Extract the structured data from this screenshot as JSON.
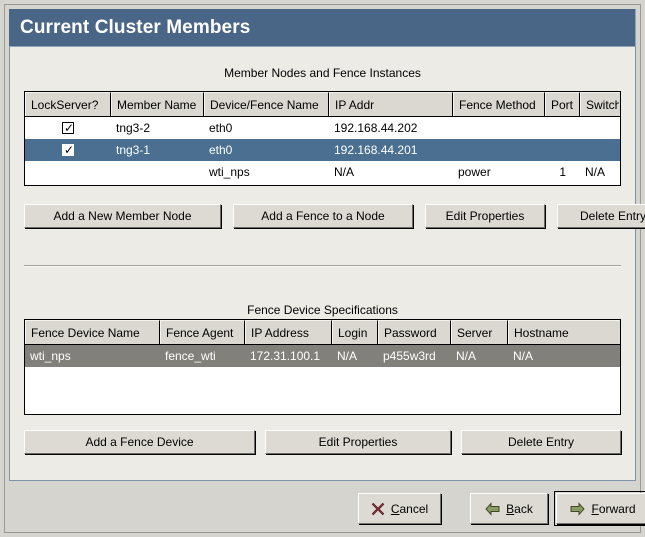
{
  "window": {
    "title": "Current Cluster Members",
    "title_bar_color": "#4a6687",
    "panel_color": "#edebe6"
  },
  "members_section": {
    "label": "Member Nodes and Fence Instances",
    "columns": [
      "LockServer?",
      "Member Name",
      "Device/Fence Name",
      "IP Addr",
      "Fence Method",
      "Port",
      "Switch"
    ],
    "rows": [
      {
        "lockserver": "checked",
        "member_name": "tng3-2",
        "device_fence_name": "eth0",
        "ip_addr": "192.168.44.202",
        "fence_method": "",
        "port": "",
        "switch": "",
        "selected": false
      },
      {
        "lockserver": "checked",
        "member_name": "tng3-1",
        "device_fence_name": "eth0",
        "ip_addr": "192.168.44.201",
        "fence_method": "",
        "port": "",
        "switch": "",
        "selected": true
      },
      {
        "lockserver": "",
        "member_name": "",
        "device_fence_name": "wti_nps",
        "ip_addr": "N/A",
        "fence_method": "power",
        "port": "1",
        "switch": "N/A",
        "selected": false
      }
    ],
    "buttons": [
      "Add a New Member Node",
      "Add a Fence to a Node",
      "Edit Properties",
      "Delete Entry"
    ],
    "selection_color": "#4a6f91"
  },
  "fence_section": {
    "label": "Fence Device Specifications",
    "columns": [
      "Fence Device Name",
      "Fence Agent",
      "IP Address",
      "Login",
      "Password",
      "Server",
      "Hostname"
    ],
    "rows": [
      {
        "fence_device_name": "wti_nps",
        "fence_agent": "fence_wti",
        "ip_address": "172.31.100.1",
        "login": "N/A",
        "password": "p455w3rd",
        "server": "N/A",
        "hostname": "N/A",
        "selected": true
      }
    ],
    "buttons": [
      "Add a Fence Device",
      "Edit Properties",
      "Delete Entry"
    ],
    "selection_color": "#82807a"
  },
  "action_bar": {
    "cancel": {
      "label_pre": "",
      "mnemonic": "C",
      "label_post": "ancel",
      "icon": "cancel-x-icon",
      "icon_color": "#8b2f3a"
    },
    "back": {
      "label_pre": "",
      "mnemonic": "B",
      "label_post": "ack",
      "icon": "arrow-left-icon",
      "icon_color": "#7d8c5a"
    },
    "forward": {
      "label_pre": "",
      "mnemonic": "F",
      "label_post": "orward",
      "icon": "arrow-right-icon",
      "icon_color": "#7d8c5a",
      "focused": true
    }
  }
}
